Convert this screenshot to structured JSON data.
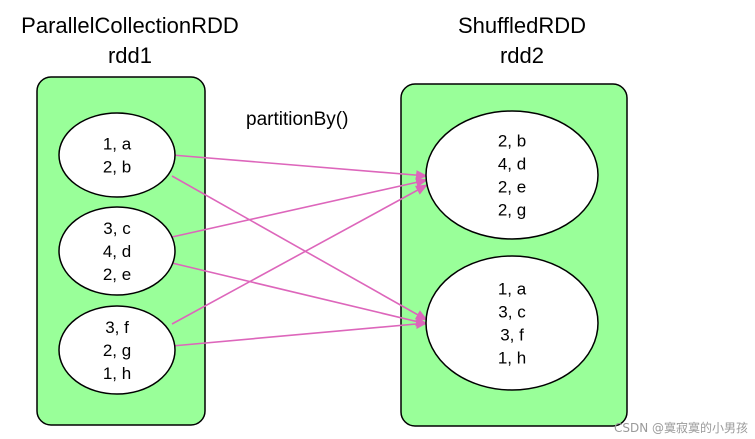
{
  "rdd1": {
    "type_name": "ParallelCollectionRDD",
    "name": "rdd1",
    "partitions": [
      {
        "items": [
          "1, a",
          "2, b"
        ]
      },
      {
        "items": [
          "3, c",
          "4, d",
          "2, e"
        ]
      },
      {
        "items": [
          "3, f",
          "2, g",
          "1, h"
        ]
      }
    ]
  },
  "rdd2": {
    "type_name": "ShuffledRDD",
    "name": "rdd2",
    "partitions": [
      {
        "items": [
          "2, b",
          "4, d",
          "2, e",
          "2, g"
        ]
      },
      {
        "items": [
          "1, a",
          "3, c",
          "3, f",
          "1, h"
        ]
      }
    ]
  },
  "operation_label": "partitionBy()",
  "arrows": [
    {
      "from": 0,
      "to": 0
    },
    {
      "from": 0,
      "to": 1
    },
    {
      "from": 1,
      "to": 0
    },
    {
      "from": 1,
      "to": 1
    },
    {
      "from": 2,
      "to": 0
    },
    {
      "from": 2,
      "to": 1
    }
  ],
  "colors": {
    "rdd_fill": "#99ff99",
    "partition_fill": "#ffffff",
    "arrow": "#dd66bb",
    "stroke": "#000000"
  },
  "watermark": "CSDN @寞寂寞的小男孩"
}
